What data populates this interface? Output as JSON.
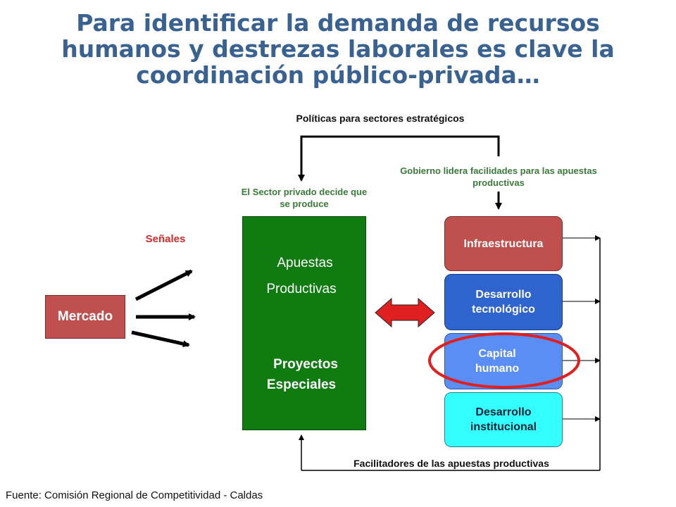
{
  "title": "Para identificar la demanda de recursos humanos y destrezas laborales es clave la coordinación público-privada…",
  "labels": {
    "policies": "Políticas para sectores estratégicos",
    "private_sector": "El Sector privado decide que se produce",
    "government": "Gobierno lidera facilidades para las apuestas productivas",
    "signals": "Señales",
    "facilitators": "Facilitadores de las apuestas productivas"
  },
  "boxes": {
    "market": "Mercado",
    "bets_line1": "Apuestas",
    "bets_line2": "Productivas",
    "special_line1": "Proyectos",
    "special_line2": "Especiales",
    "infrastructure": "Infraestructura",
    "tech_line1": "Desarrollo",
    "tech_line2": "tecnológico",
    "human_line1": "Capital",
    "human_line2": "humano",
    "inst_line1": "Desarrollo",
    "inst_line2": "institucional"
  },
  "source": "Fuente: Comisión Regional de Competitividad - Caldas",
  "colors": {
    "title": "#3a6291",
    "market": "#c0504d",
    "bets": "#0f7b10",
    "infrastructure": "#c0504d",
    "tech": "#2f64cf",
    "human": "#5b8ef5",
    "institutional": "#33ffff",
    "highlight": "#e0201e",
    "double_arrow": "#e02020"
  }
}
